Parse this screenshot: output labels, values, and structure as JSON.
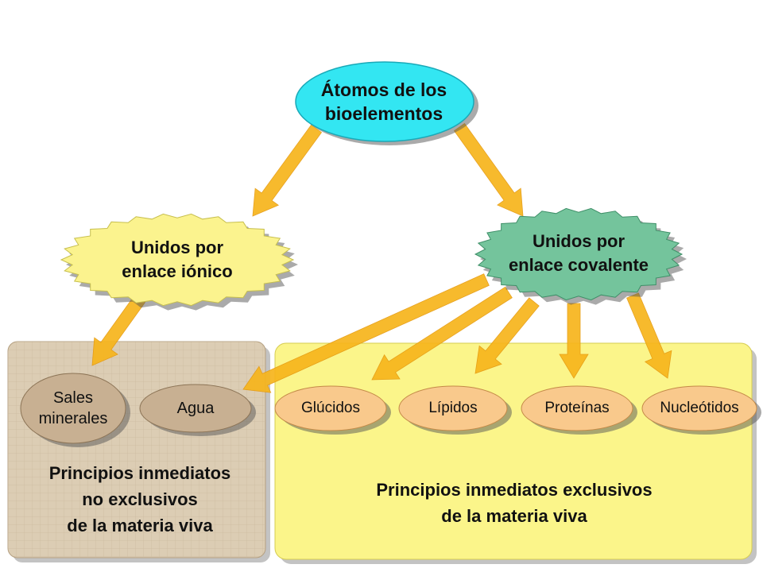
{
  "nodes": {
    "root": "Átomos de los\nbioelementos",
    "ionic": "Unidos por\nenlace iónico",
    "covalent": "Unidos por\nenlace covalente",
    "sales": "Sales\nminerales",
    "agua": "Agua",
    "glucidos": "Glúcidos",
    "lipidos": "Lípidos",
    "proteinas": "Proteínas",
    "nucleotidos": "Nucleótidos"
  },
  "groups": {
    "non_exclusive": "Principios inmediatos\nno exclusivos\nde la materia viva",
    "exclusive": "Principios inmediatos exclusivos\nde la materia viva"
  },
  "colors": {
    "root_fill": "#33e6f2",
    "ionic_fill": "#fbf38e",
    "covalent_fill": "#74c49c",
    "item_fill": "#f9c98c",
    "left_item_fill": "#c8b092",
    "left_panel": "#dccdb4",
    "right_panel": "#fbf58a",
    "arrow": "#f7b51c"
  }
}
